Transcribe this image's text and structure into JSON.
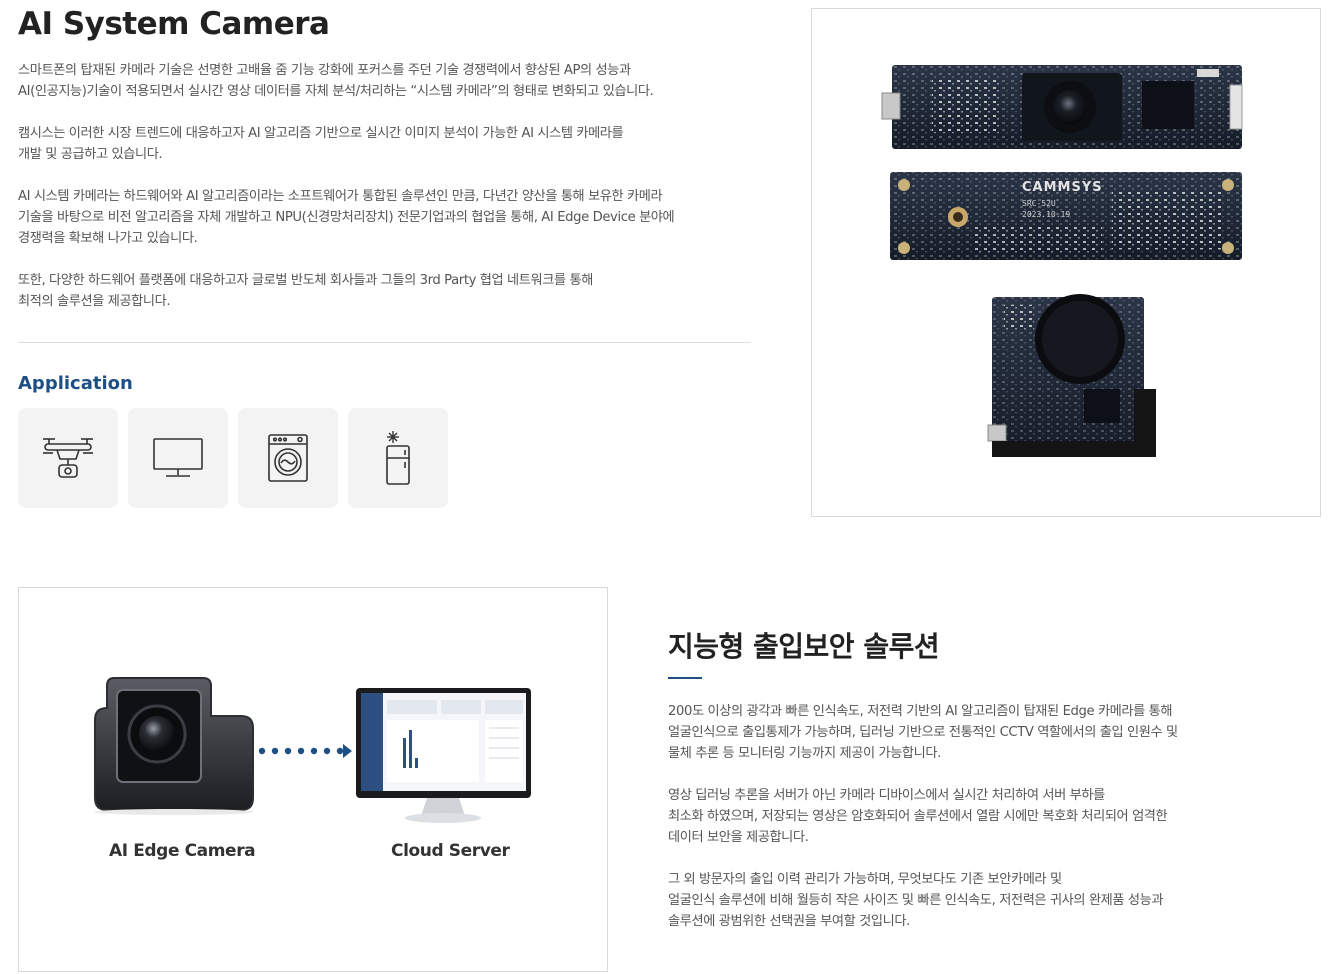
{
  "header": {
    "title": "AI System Camera"
  },
  "intro": {
    "paragraphs": [
      "스마트폰의 탑재된 카메라 기술은 선명한 고배율 줌 기능 강화에 포커스를 주던 기술 경쟁력에서 향상된 AP의 성능과\nAI(인공지능)기술이 적용되면서 실시간 영상 데이터를 자체 분석/처리하는 “시스템 카메라”의 형태로 변화되고 있습니다.",
      "캠시스는 이러한 시장 트렌드에 대응하고자 AI 알고리즘 기반으로 실시간 이미지 분석이 가능한 AI 시스템 카메라를\n개발 및 공급하고 있습니다.",
      "AI 시스템 카메라는 하드웨어와 AI 알고리즘이라는 소프트웨어가 통합된 솔루션인 만큼, 다년간 양산을 통해 보유한 카메라\n기술을 바탕으로 비전 알고리즘을 자체 개발하고 NPU(신경망처리장치) 전문기업과의 협업을 통해, AI Edge Device 분야에\n경쟁력을 확보해 나가고 있습니다.",
      "또한, 다양한 하드웨어 플랫폼에 대응하고자 글로벌 반도체 회사들과 그들의 3rd Party 협업 네트워크를 통해\n최적의 솔루션을 제공합니다."
    ]
  },
  "application": {
    "heading": "Application",
    "icons": [
      "drone-icon",
      "monitor-icon",
      "washing-machine-icon",
      "refrigerator-icon"
    ]
  },
  "products": {
    "board_label": "CAMMSYS",
    "board_model": "SRC-52U",
    "board_date": "2023.10.19"
  },
  "diagram": {
    "camera_label": "AI Edge Camera",
    "server_label": "Cloud Server"
  },
  "solution": {
    "title": "지능형 출입보안 솔루션",
    "paragraphs": [
      "200도 이상의 광각과 빠른 인식속도, 저전력 기반의 AI 알고리즘이 탑재된 Edge 카메라를 통해\n얼굴인식으로 출입통제가 가능하며, 딥러닝 기반으로 전통적인 CCTV 역할에서의 출입 인원수 및\n물체 추론 등 모니터링 기능까지 제공이 가능합니다.",
      "영상 딥러닝 추론을 서버가 아닌 카메라 디바이스에서 실시간 처리하여 서버 부하를\n최소화 하였으며, 저장되는 영상은 암호화되어 솔루션에서 열람 시에만 복호화 처리되어 엄격한\n데이터 보안을 제공합니다.",
      "그 외 방문자의 출입 이력 관리가 가능하며, 무엇보다도 기존 보안카메라 및\n얼굴인식 솔루션에 비해 월등히 작은 사이즈 및 빠른 인식속도, 저전력은 귀사의 완제품 성능과\n솔루션에 광범위한 선택권을 부여할 것입니다."
    ]
  },
  "colors": {
    "accent": "#1d4f86",
    "pcb": "#1f2a3a",
    "tile_bg": "#f3f3f3"
  }
}
